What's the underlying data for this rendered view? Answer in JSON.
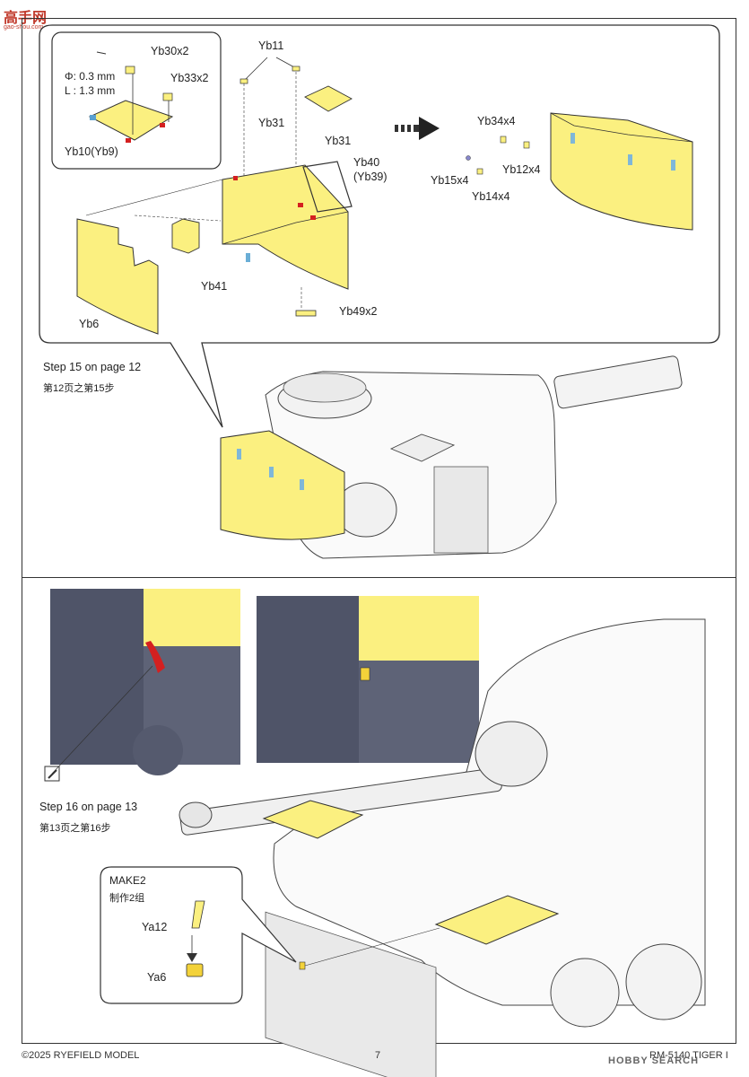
{
  "watermark": {
    "title": "高手网",
    "url": "gao-shou.com"
  },
  "step15": {
    "title_en": "Step 15 on page 12",
    "title_cn": "第12页之第15步",
    "inset": {
      "dim_phi": "Φ: 0.3 mm",
      "dim_len": "L : 1.3 mm",
      "parts": [
        "Yb30x2",
        "Yb33x2",
        "Yb10(Yb9)"
      ]
    },
    "parts": [
      "Yb11",
      "Yb31",
      "Yb31",
      "Yb40",
      "(Yb39)",
      "Yb41",
      "Yb6",
      "Yb49x2"
    ],
    "result_parts": [
      "Yb34x4",
      "Yb12x4",
      "Yb15x4",
      "Yb14x4"
    ]
  },
  "step16": {
    "title_en": "Step 16 on page 13",
    "title_cn": "第13页之第16步",
    "make": {
      "label_en": "MAKE2",
      "label_cn": "制作2组",
      "parts": [
        "Ya12",
        "Ya6"
      ]
    }
  },
  "footer": {
    "copyright": "©2025 RYEFIELD MODEL",
    "page": "7",
    "product": "RM-5140 TIGER I",
    "source": "HOBBY SEARCH"
  },
  "colors": {
    "pe_part": "#fbf080",
    "part_outline": "#333333",
    "highlight_red": "#d42020",
    "render_blue": "#5f6478"
  }
}
